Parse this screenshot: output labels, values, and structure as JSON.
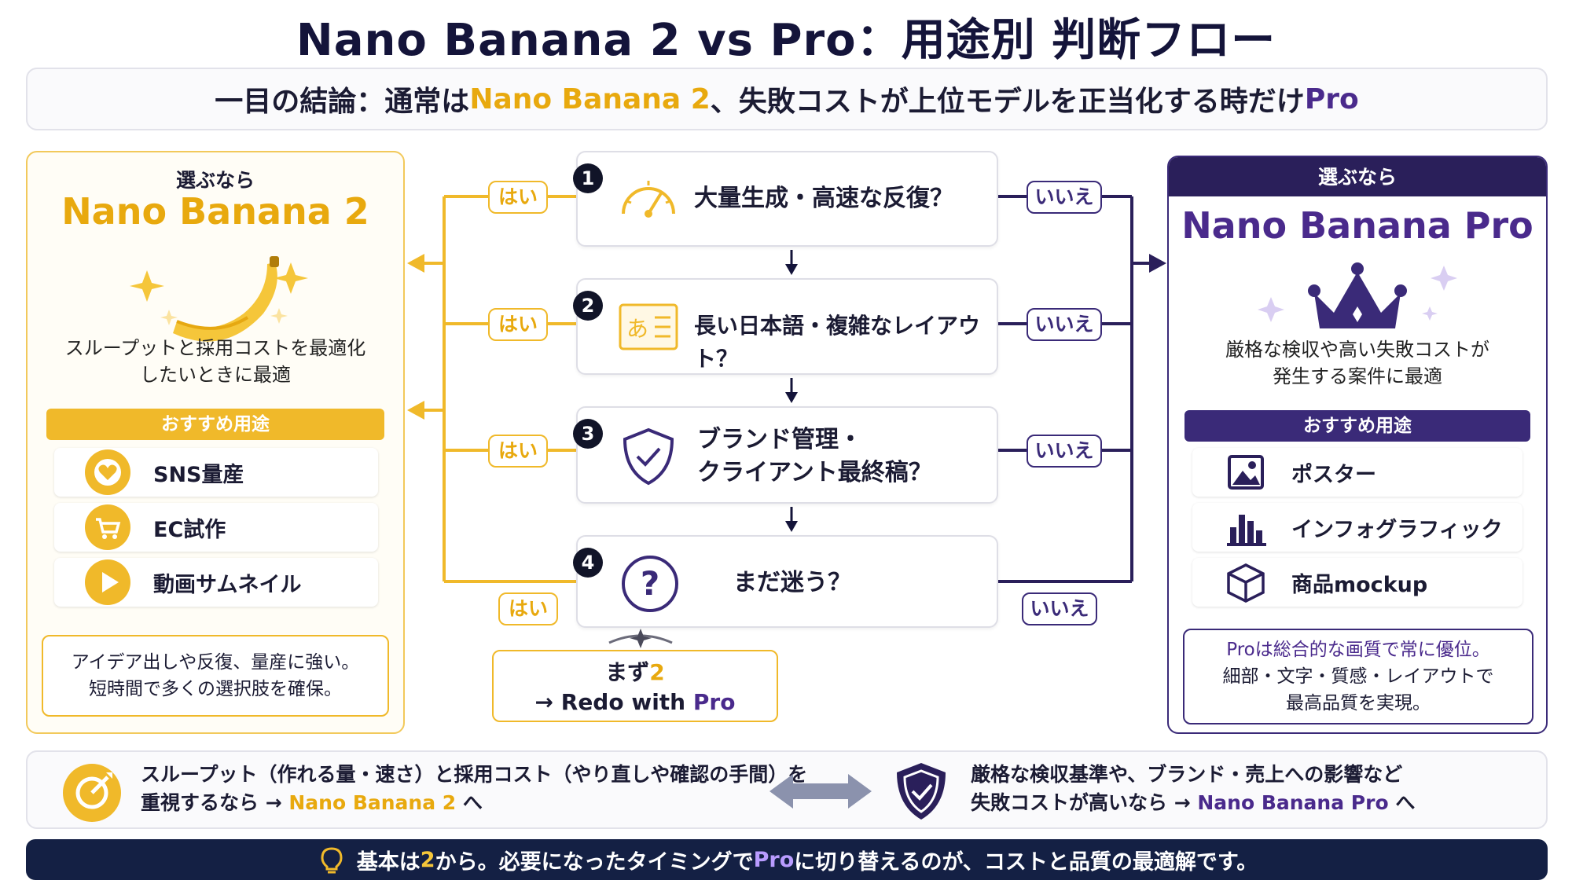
{
  "title": "Nano Banana 2 vs Pro：用途別 判断フロー",
  "summary": {
    "prefix": "一目の結論：通常は",
    "model_a": "Nano Banana 2",
    "middle": "、失敗コストが上位モデルを正当化する時だけ",
    "model_b": "Pro"
  },
  "left_panel": {
    "eyebrow": "選ぶなら",
    "name": "Nano Banana 2",
    "desc_lines": [
      "スループットと採用コストを最適化",
      "したいときに最適"
    ],
    "rec_label": "おすすめ用途",
    "items": [
      {
        "label": "SNS量産",
        "icon": "heart-icon"
      },
      {
        "label": "EC試作",
        "icon": "cart-icon"
      },
      {
        "label": "動画サムネイル",
        "icon": "play-icon"
      }
    ],
    "note_lines": [
      "アイデア出しや反復、量産に強い。",
      "短時間で多くの選択肢を確保。"
    ]
  },
  "right_panel": {
    "eyebrow": "選ぶなら",
    "name": "Nano Banana Pro",
    "desc_lines": [
      "厳格な検収や高い失敗コストが",
      "発生する案件に最適"
    ],
    "rec_label": "おすすめ用途",
    "items": [
      {
        "label": "ポスター",
        "icon": "image-icon"
      },
      {
        "label": "インフォグラフィック",
        "icon": "bar-chart-icon"
      },
      {
        "label": "商品mockup",
        "icon": "cube-icon"
      }
    ],
    "note_lines": [
      "Proは総合的な画質で常に優位。",
      "細部・文字・質感・レイアウトで",
      "最高品質を実現。"
    ]
  },
  "questions": [
    {
      "num": "1",
      "text": "大量生成・高速な反復？",
      "icon": "speedometer-icon"
    },
    {
      "num": "2",
      "text": "長い日本語・複雑なレイアウト？",
      "icon": "japanese-text-icon"
    },
    {
      "num": "3",
      "text_lines": [
        "ブランド管理・",
        "クライアント最終稿？"
      ],
      "icon": "shield-check-icon"
    },
    {
      "num": "4",
      "text": "まだ迷う？",
      "icon": "question-icon"
    }
  ],
  "yes_label": "はい",
  "no_label": "いいえ",
  "fallback": {
    "line1_prefix": "まず",
    "line1_model": "2",
    "line2_prefix": "→ Redo with ",
    "line2_model": "Pro"
  },
  "bottom": {
    "left_line1": "スループット（作れる量・速さ）と採用コスト（やり直しや確認の手間）を",
    "left_line2_prefix": "重視するなら → ",
    "left_line2_model": "Nano Banana 2",
    "left_line2_suffix": " へ",
    "right_line1": "厳格な検収基準や、ブランド・売上への影響など",
    "right_line2_prefix": "失敗コストが高いなら → ",
    "right_line2_model": "Nano Banana Pro",
    "right_line2_suffix": " へ"
  },
  "footer": {
    "prefix": "基本は",
    "model_a": "2",
    "middle": "から。必要になったタイミングで",
    "model_b": "Pro",
    "suffix": "に切り替えるのが、コストと品質の最適解です。"
  },
  "colors": {
    "yellow": "#f0b92a",
    "yellow_text": "#e8a90e",
    "purple": "#3a2a78",
    "navy": "#142044"
  }
}
